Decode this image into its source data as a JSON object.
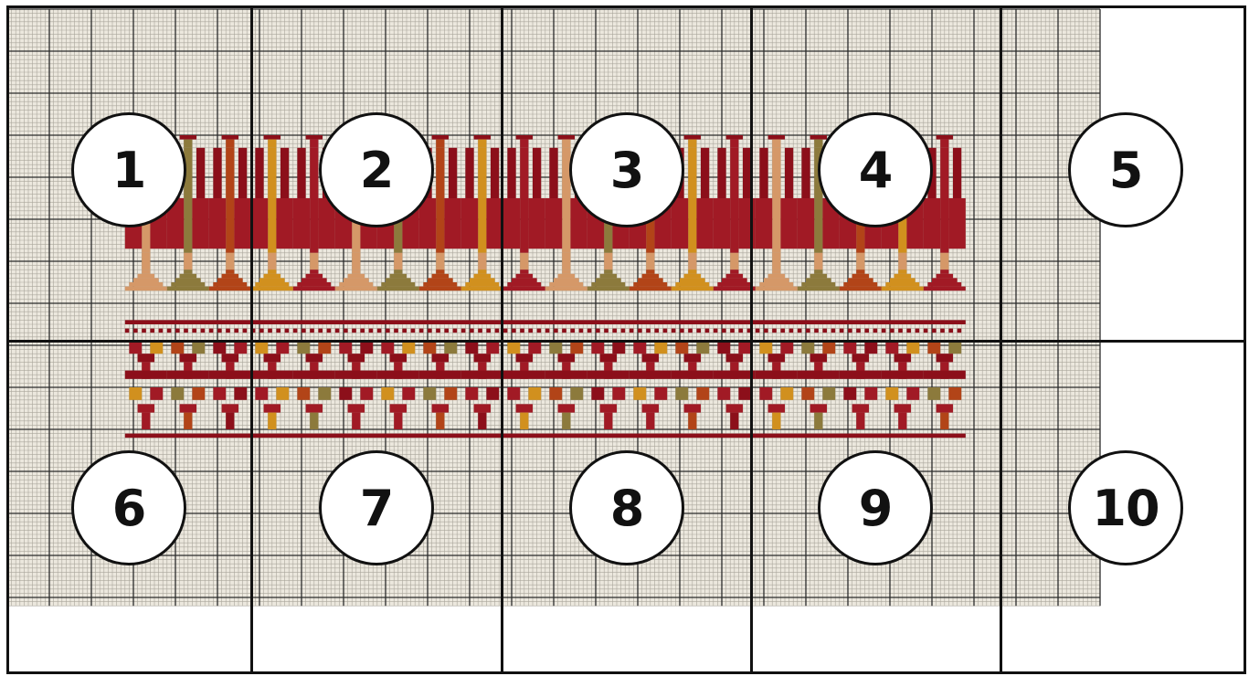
{
  "pattern": {
    "fabric_color": "#ece8de",
    "palette": {
      "deep_red": "#8c0f1a",
      "crimson": "#a11a25",
      "rust": "#b24418",
      "gold": "#d1901e",
      "tan": "#d59868",
      "olive": "#8c7a3c",
      "cream_mark": "#f2e0a0"
    }
  },
  "pages": [
    {
      "number": "1"
    },
    {
      "number": "2"
    },
    {
      "number": "3"
    },
    {
      "number": "4"
    },
    {
      "number": "5"
    },
    {
      "number": "6"
    },
    {
      "number": "7"
    },
    {
      "number": "8"
    },
    {
      "number": "9"
    },
    {
      "number": "10"
    }
  ]
}
